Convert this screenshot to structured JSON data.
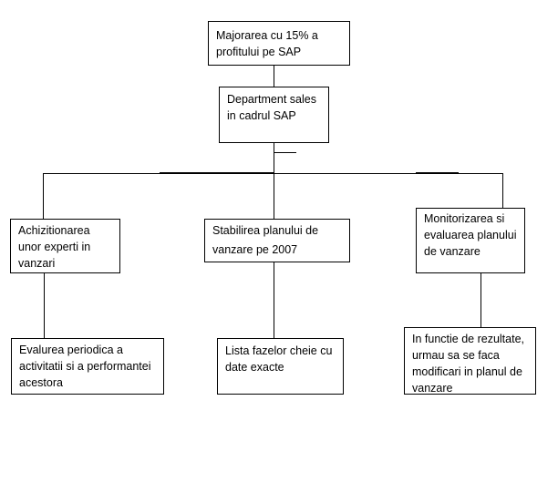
{
  "root": {
    "text": "Majorarea cu 15% a profitului pe SAP"
  },
  "department": {
    "text": "Department sales in cadrul SAP"
  },
  "branches": [
    {
      "text": "Achizitionarea unor experti in vanzari",
      "child": "Evalurea periodica a activitatii si a performantei acestora"
    },
    {
      "text": "Stabilirea planului de vanzare pe 2007",
      "child": "Lista fazelor cheie cu date exacte"
    },
    {
      "text": "Monitorizarea si evaluarea planului de vanzare",
      "child": "In functie de rezultate, urmau sa se faca modificari in planul de vanzare"
    }
  ]
}
